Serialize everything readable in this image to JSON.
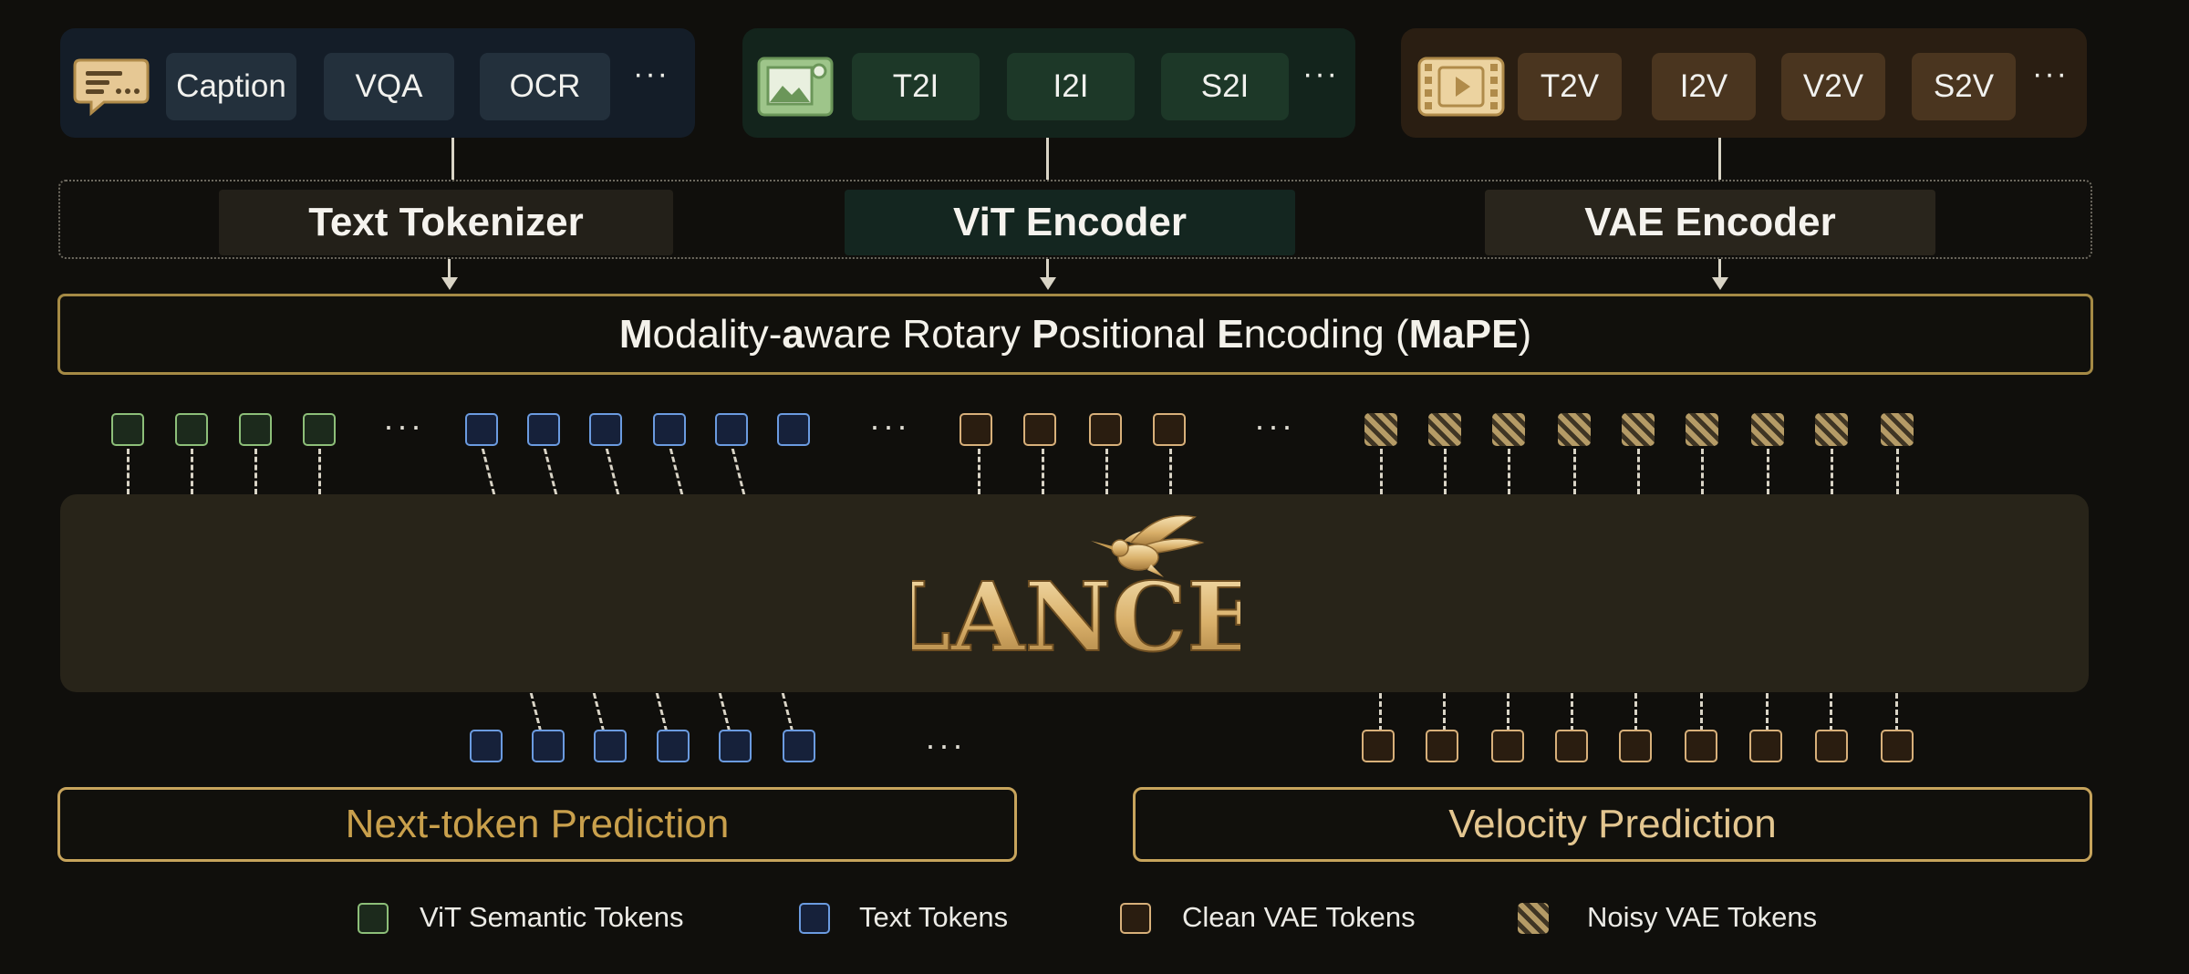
{
  "groups": {
    "text": {
      "icon": "chat-bubble-icon",
      "tasks": [
        "Caption",
        "VQA",
        "OCR"
      ],
      "more": "···"
    },
    "image": {
      "icon": "image-icon",
      "tasks": [
        "T2I",
        "I2I",
        "S2I"
      ],
      "more": "···"
    },
    "video": {
      "icon": "film-icon",
      "tasks": [
        "T2V",
        "I2V",
        "V2V",
        "S2V"
      ],
      "more": "···"
    }
  },
  "encoders": {
    "text": "Text Tokenizer",
    "vit": "ViT Encoder",
    "vae": "VAE Encoder"
  },
  "mape": {
    "parts": [
      "M",
      "odality-",
      "a",
      "ware Rotary ",
      "P",
      "ositional ",
      "E",
      "ncoding (",
      "MaPE",
      ")"
    ]
  },
  "token_dots": "···",
  "core": {
    "logo_text": "LANCE",
    "logo_icon": "hummingbird-icon"
  },
  "predictions": {
    "next": "Next-token Prediction",
    "velocity": "Velocity Prediction"
  },
  "legend": [
    {
      "label": "ViT Semantic Tokens",
      "kind": "vit"
    },
    {
      "label": "Text Tokens",
      "kind": "text"
    },
    {
      "label": "Clean VAE Tokens",
      "kind": "clean"
    },
    {
      "label": "Noisy VAE Tokens",
      "kind": "noisy"
    }
  ],
  "colors": {
    "gold": "#c9a04c",
    "vit_token": "#8dbf79",
    "text_token": "#6b9be0",
    "clean_vae_token": "#d8b07a"
  }
}
